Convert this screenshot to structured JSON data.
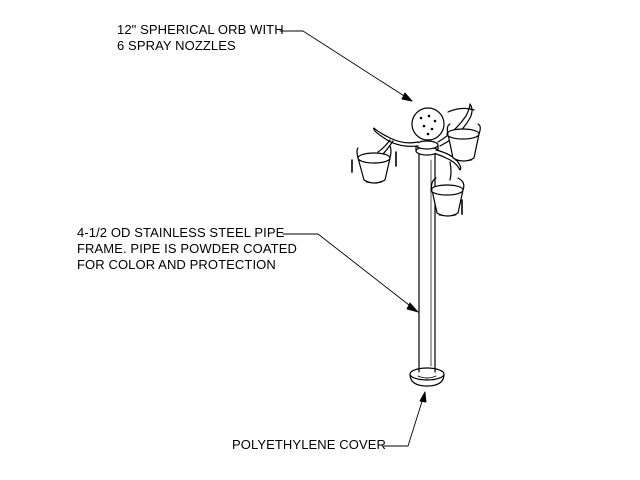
{
  "callouts": {
    "orb": {
      "line1": "12\" SPHERICAL ORB WITH",
      "line2": "6 SPRAY NOZZLES"
    },
    "pipe": {
      "line1": "4-1/2 OD STAINLESS STEEL PIPE",
      "line2": "FRAME. PIPE IS POWDER COATED",
      "line3": "FOR COLOR AND PROTECTION"
    },
    "cover": {
      "line1": "POLYETHYLENE COVER"
    }
  },
  "colors": {
    "ink": "#000000",
    "paper": "#ffffff"
  }
}
